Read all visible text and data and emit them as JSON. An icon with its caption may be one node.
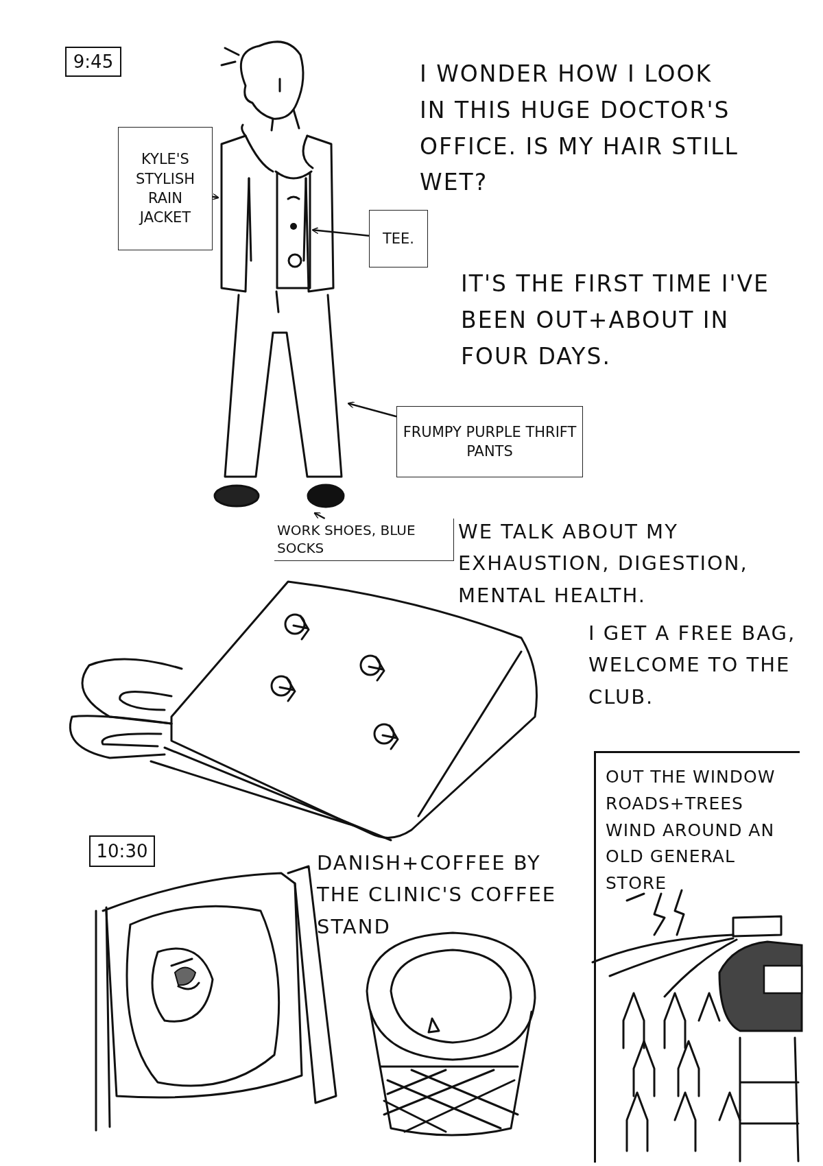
{
  "diagram": {
    "nodes": [
      {
        "text": [
          "9:45"
        ]
      },
      {
        "text": [
          "KYLE'S STYLISH RAIN JACKET"
        ]
      },
      {
        "text": [],
        "shape": "picture"
      },
      {
        "text": [],
        "shape": "picture",
        "in": 2
      },
      {
        "text": [
          "TEE."
        ]
      },
      {
        "text": [
          "FRUMPY PURPLE THRIFT PANTS"
        ]
      },
      {
        "text": [],
        "shape": "picture"
      },
      {
        "text": [],
        "shape": "picture"
      },
      {
        "text": [
          "WORK SHOES, BLUE SOCKS"
        ]
      },
      {
        "text": [
          "10:30"
        ]
      },
      {
        "text": [
          "OUT THE WINDOW ROADS+TREES WIND AROUND AN OLD GENERAL STORE"
        ]
      }
    ],
    "edges": [
      {
        "from": 1,
        "to": 2,
        "arrow": "to"
      },
      {
        "from": 4,
        "to": 3,
        "arrow": "to"
      },
      {
        "from": 5,
        "to": 6,
        "arrow": "to"
      },
      {
        "from": 8,
        "to": 7,
        "arrow": "to"
      }
    ],
    "labels": [
      "I WONDER HOW I LOOK IN THIS HUGE DOCTOR'S OFFICE. IS MY HAIR STILL WET?",
      "IT'S THE FIRST TIME I'VE BEEN OUT+ABOUT IN FOUR DAYS.",
      "WE TALK ABOUT MY EXHAUSTION, DIGESTION, MENTAL HEALTH.",
      "I GET A FREE BAG, WELCOME TO THE CLUB.",
      "DANISH+COFFEE BY THE CLINIC'S COFFEE STAND"
    ]
  }
}
